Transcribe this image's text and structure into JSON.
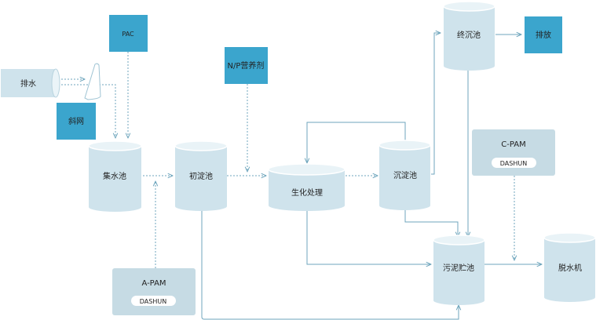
{
  "nodes": {
    "drain_in": "排水",
    "screen": "斜网",
    "pac": "PAC",
    "np": "N/P营养剂",
    "collect": "集水池",
    "primary": "初淀池",
    "bio": "生化处理",
    "sed": "沉淀池",
    "final": "终沉池",
    "discharge": "排放",
    "sludge": "污泥贮池",
    "dewater": "脱水机",
    "cpam": "C-PAM",
    "cpam_brand": "DASHUN",
    "apam": "A-PAM",
    "apam_brand": "DASHUN"
  },
  "colors": {
    "accent_box": "#3ba5cd",
    "grey_box": "#c6dbe4",
    "cylinder_body": "#cfe3ec",
    "cylinder_top": "#e9f3f7",
    "flow_line": "#6fa6bd"
  }
}
